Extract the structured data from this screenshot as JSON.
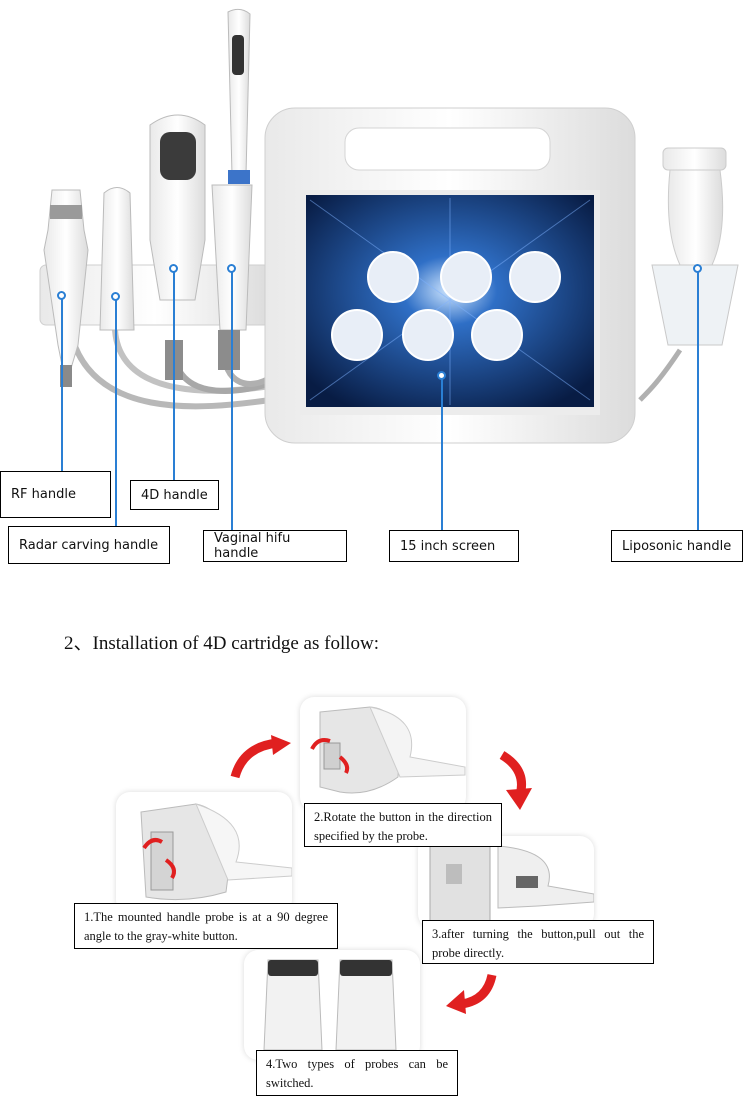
{
  "callouts": {
    "rf": "RF handle",
    "radar": "Radar carving handle",
    "fourd": "4D handle",
    "vaginal": "Vaginal hifu handle",
    "screen": "15 inch screen",
    "liposonic": "Liposonic handle"
  },
  "section_heading": "2、Installation of 4D cartridge as follow:",
  "steps": [
    "1.The mounted handle probe is at a 90 degree angle to the gray-white button.",
    "2.Rotate the button in the direction specified by the probe.",
    "3.after turning the button,pull out the probe directly.",
    "4.Two types of probes can be switched."
  ],
  "colors": {
    "callout_line": "#2a7fd4",
    "arrow": "#e02020",
    "screen_bg": "#0b2e6a"
  }
}
